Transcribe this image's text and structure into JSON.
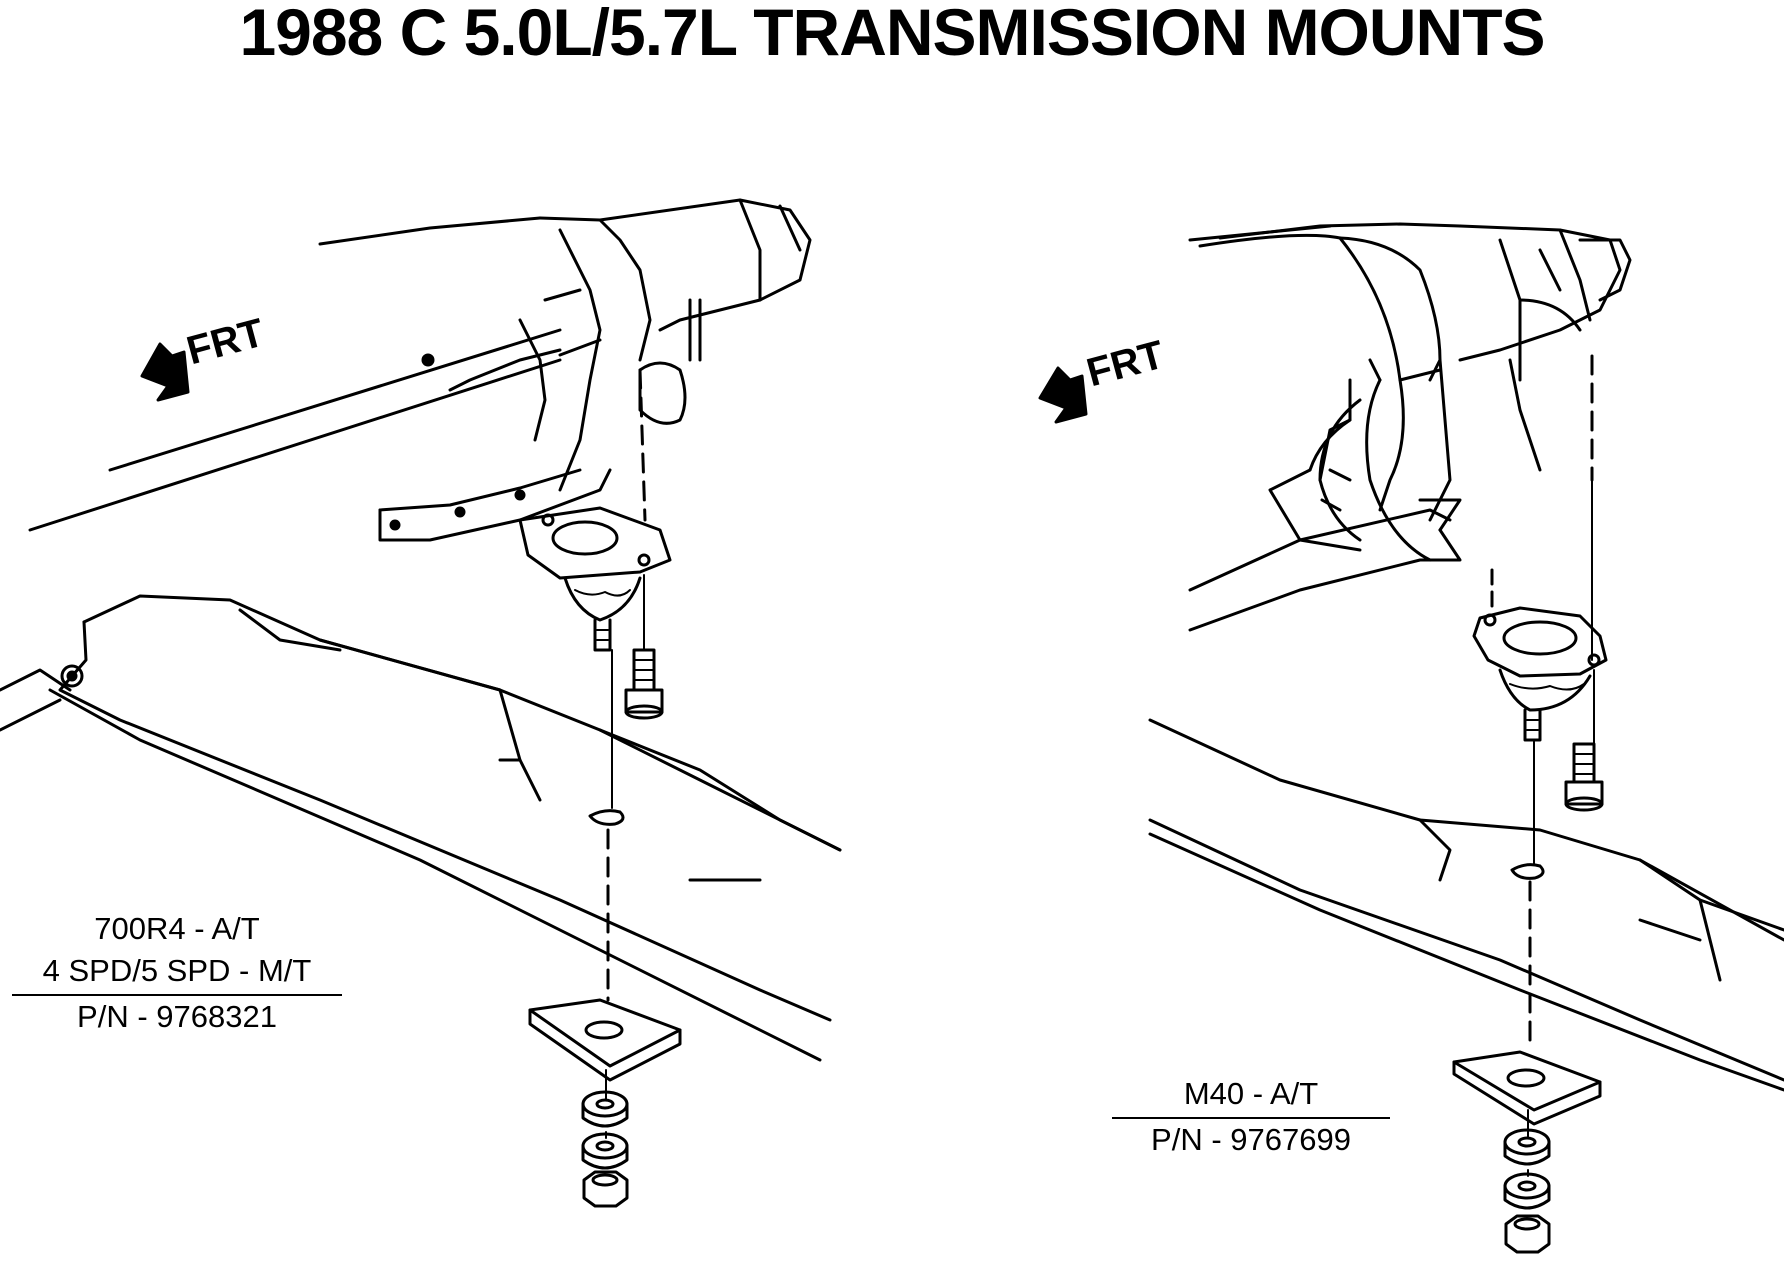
{
  "title": "1988 C 5.0L/5.7L TRANSMISSION MOUNTS",
  "left_assembly": {
    "direction_label": "FRT",
    "labels": [
      "700R4 - A/T",
      "4 SPD/5 SPD - M/T"
    ],
    "part_number": "P/N - 9768321"
  },
  "right_assembly": {
    "direction_label": "FRT",
    "labels": [
      "M40 - A/T"
    ],
    "part_number": "P/N - 9767699"
  }
}
